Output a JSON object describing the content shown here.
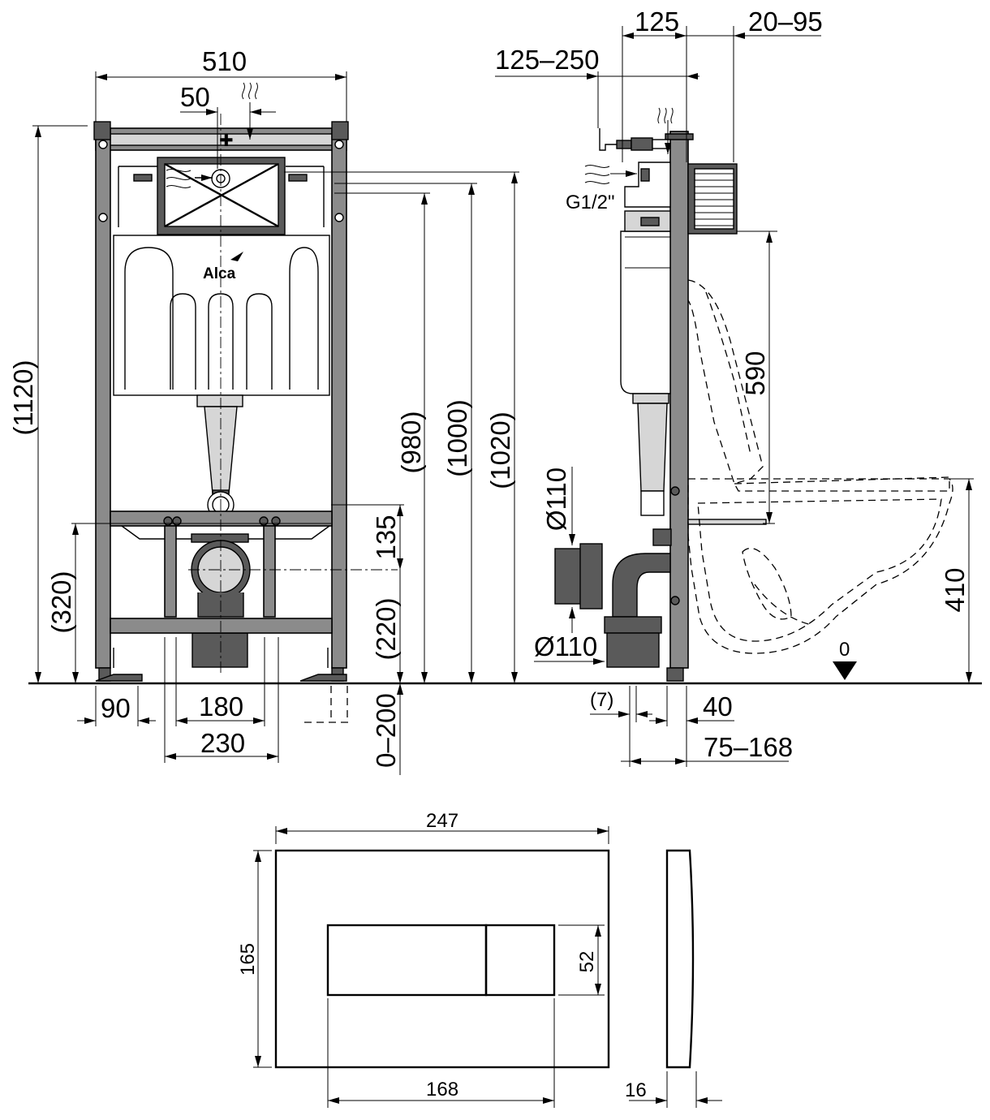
{
  "brand": "Alca",
  "front_view": {
    "dims": {
      "width_total": "510",
      "offset_top": "50",
      "height_overall": "(1120)",
      "height_980": "(980)",
      "height_1000": "(1000)",
      "height_1020": "(1020)",
      "dim_135": "135",
      "dim_220": "(220)",
      "dim_320": "(320)",
      "dim_0_200": "0–200",
      "dim_90": "90",
      "dim_180": "180",
      "dim_230": "230"
    }
  },
  "side_view": {
    "dims": {
      "dim_125": "125",
      "dim_20_95": "20–95",
      "dim_125_250": "125–250",
      "thread": "G1/2\"",
      "dim_590": "590",
      "dia_110_top": "Ø110",
      "dia_110_bottom": "Ø110",
      "dim_410": "410",
      "zero": "0",
      "dim_7": "(7)",
      "dim_40": "40",
      "dim_75_168": "75–168"
    }
  },
  "plate_view": {
    "dims": {
      "width": "247",
      "height": "165",
      "button_height": "52",
      "button_width": "168",
      "depth": "16"
    }
  }
}
